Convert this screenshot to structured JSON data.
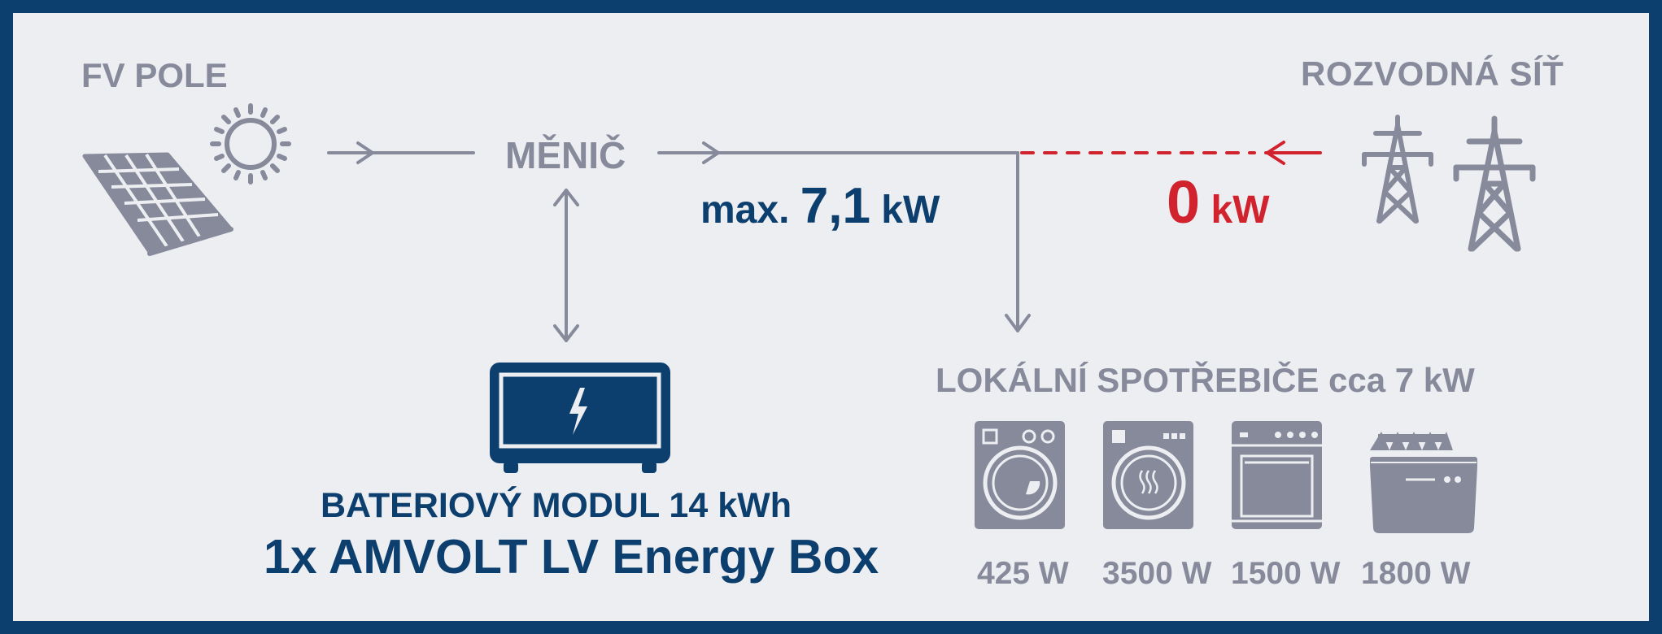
{
  "labels": {
    "pv": "FV POLE",
    "grid": "ROZVODNÁ SÍŤ",
    "inverter": "MĚNIČ",
    "loads": "LOKÁLNÍ SPOTŘEBIČE cca 7 kW"
  },
  "flow": {
    "max_prefix": "max.",
    "max_value": "7,1",
    "max_unit": "kW",
    "grid_value": "0",
    "grid_unit": "kW"
  },
  "battery": {
    "title": "BATERIOVÝ MODUL 14 kWh",
    "model": "1x AMVOLT LV Energy Box"
  },
  "appliances": [
    {
      "icon": "washing-machine-icon",
      "power": "425 W"
    },
    {
      "icon": "dryer-icon",
      "power": "3500 W"
    },
    {
      "icon": "oven-icon",
      "power": "1500 W"
    },
    {
      "icon": "dishwasher-icon",
      "power": "1800 W"
    }
  ],
  "colors": {
    "frame": "#0d3f6e",
    "background": "#edeef2",
    "grey": "#868a9b",
    "navy": "#0d3f6e",
    "red": "#d0232d"
  }
}
